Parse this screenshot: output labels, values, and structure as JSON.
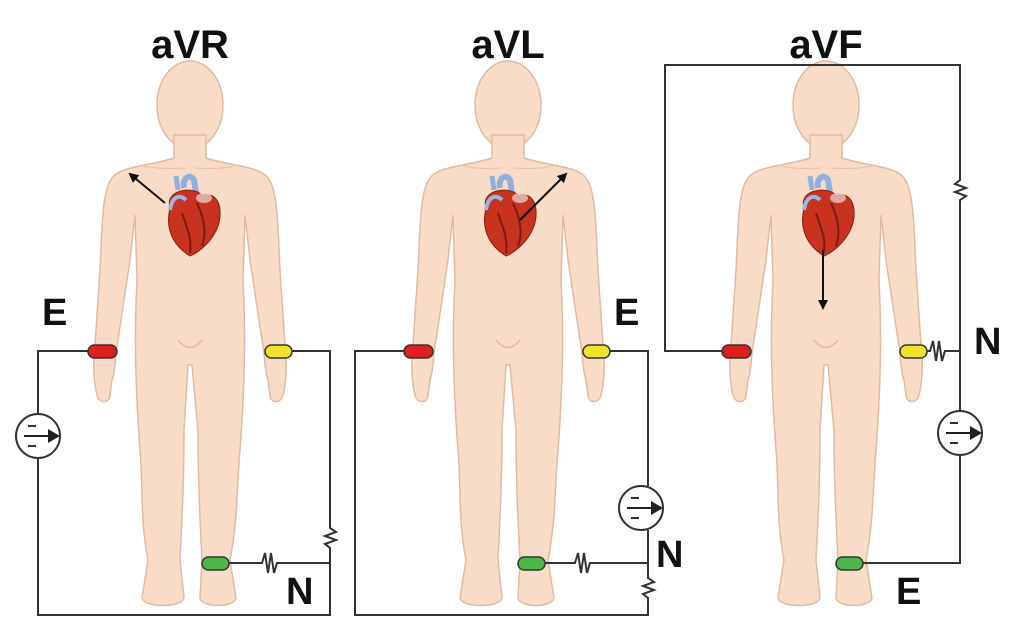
{
  "panels": [
    {
      "title": "aVR",
      "labels": {
        "E": "E",
        "N": "N"
      }
    },
    {
      "title": "aVL",
      "labels": {
        "E": "E",
        "N": "N"
      }
    },
    {
      "title": "aVF",
      "labels": {
        "E": "E",
        "N": "N"
      }
    }
  ],
  "colors": {
    "right_arm": "#dd1f1f",
    "left_arm": "#eee22c",
    "left_leg": "#4cb649",
    "skin": "#f9dcc8",
    "wire": "#333333"
  }
}
